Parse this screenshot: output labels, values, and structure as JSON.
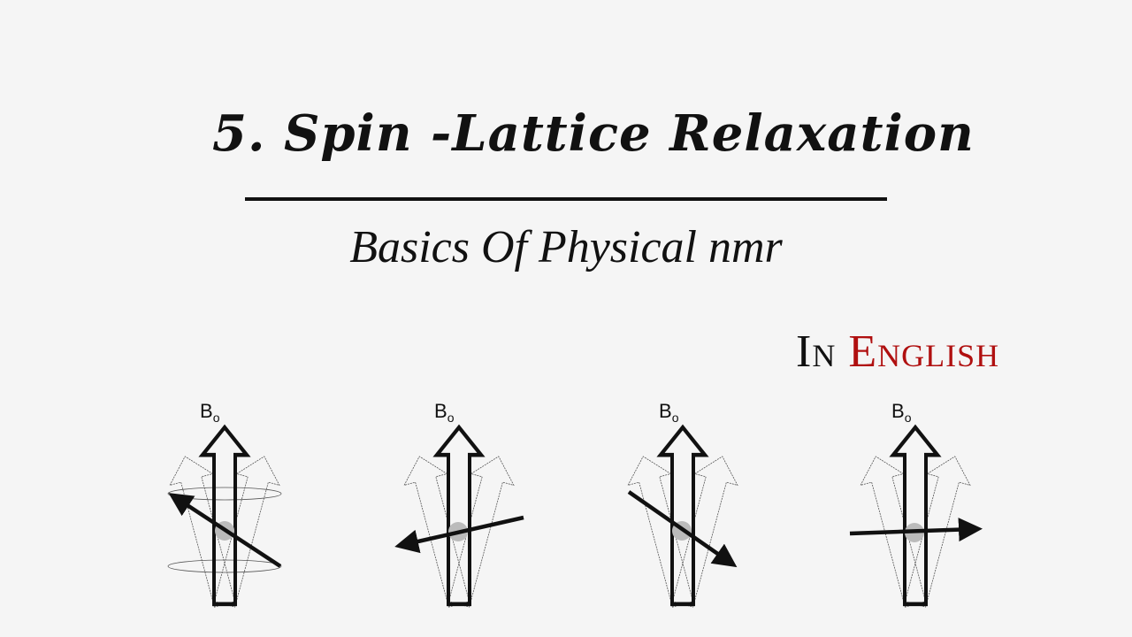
{
  "slide": {
    "title": "5. Spin -Lattice Relaxation",
    "subtitle": "Basics Of Physical nmr",
    "language_prefix": "In",
    "language": "English"
  },
  "colors": {
    "background": "#f5f5f5",
    "text": "#111111",
    "accent": "#b01010",
    "spin_dot": "#bbbbbb"
  },
  "diagrams": [
    {
      "field_label": "B",
      "field_subscript": "o",
      "precession_cones": true
    },
    {
      "field_label": "B",
      "field_subscript": "o",
      "precession_cones": false
    },
    {
      "field_label": "B",
      "field_subscript": "o",
      "precession_cones": false
    },
    {
      "field_label": "B",
      "field_subscript": "o",
      "precession_cones": false
    }
  ]
}
